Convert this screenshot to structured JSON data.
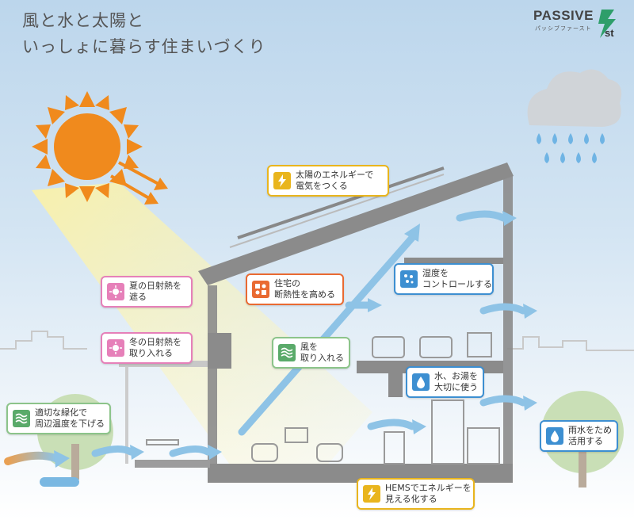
{
  "header": {
    "title_line1": "風と水と太陽と",
    "title_line2": "いっしょに暮らす住まいづくり"
  },
  "logo": {
    "main": "PASSIVE",
    "sub": "パッシブファースト",
    "suffix": "st"
  },
  "colors": {
    "sun": "#f08a1d",
    "wind": "#8ec3e6",
    "solar_border": "#e9b51d",
    "summer_border": "#e680b9",
    "insulation_border": "#e96a32",
    "green_border": "#8cc48a",
    "blue_border": "#3d8fd1"
  },
  "labels": {
    "solar": "太陽のエネルギーで\n電気をつくる",
    "summer": "夏の日射熱を\n遮る",
    "insulation": "住宅の\n断熱性を高める",
    "humidity": "湿度を\nコントロールする",
    "winter": "冬の日射熱を\n取り入れる",
    "wind": "風を\n取り入れる",
    "water": "水、お湯を\n大切に使う",
    "greenery": "適切な緑化で\n周辺温度を下げる",
    "rainwater": "雨水をため\n活用する",
    "hems": "HEMSでエネルギーを\n見える化する"
  },
  "icons": {
    "solar": "lightning-icon",
    "summer": "sun-icon",
    "insulation": "insulation-icon",
    "humidity": "humidity-icon",
    "winter": "sun-icon",
    "wind": "wind-icon",
    "water": "water-drop-icon",
    "greenery": "wind-icon",
    "rainwater": "water-drop-icon",
    "hems": "lightning-icon"
  }
}
